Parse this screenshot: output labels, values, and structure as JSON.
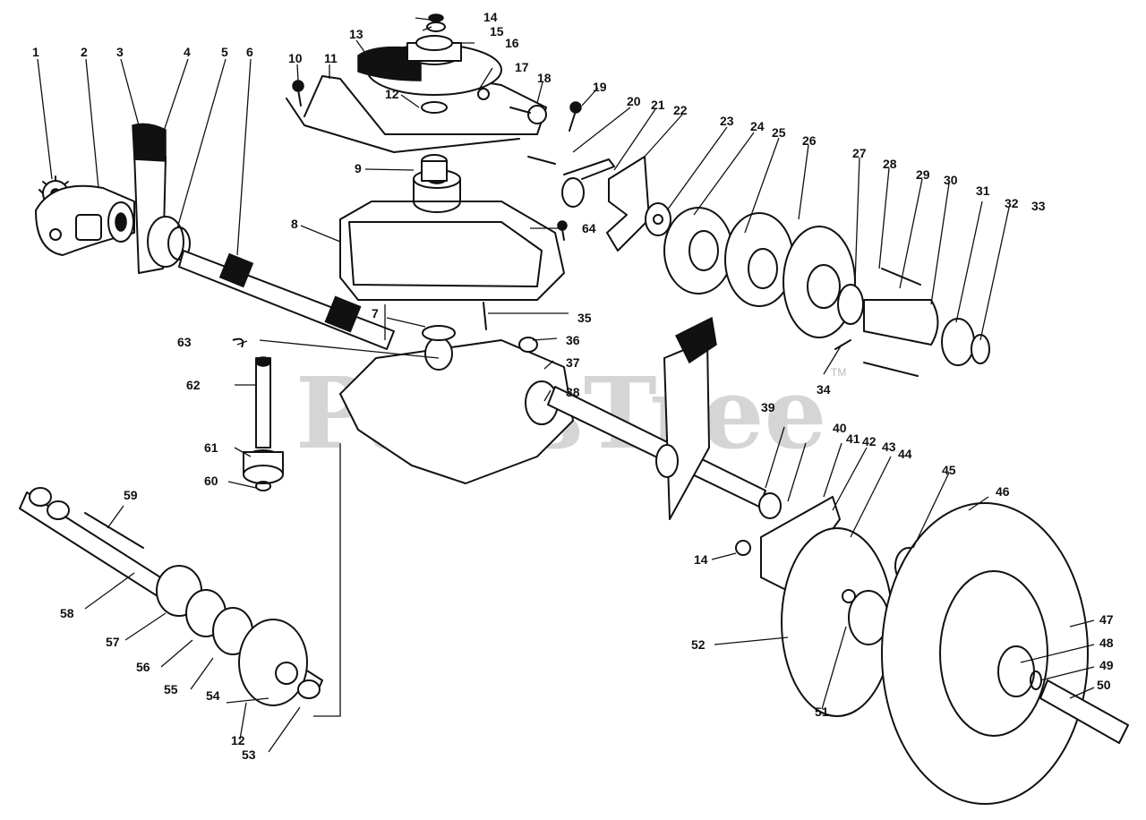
{
  "watermark": "PartsTree",
  "trademark": "TM",
  "callouts": [
    {
      "id": "c1",
      "label": "1"
    },
    {
      "id": "c2",
      "label": "2"
    },
    {
      "id": "c3",
      "label": "3"
    },
    {
      "id": "c4",
      "label": "4"
    },
    {
      "id": "c5",
      "label": "5"
    },
    {
      "id": "c6",
      "label": "6"
    },
    {
      "id": "c7",
      "label": "7"
    },
    {
      "id": "c8",
      "label": "8"
    },
    {
      "id": "c9",
      "label": "9"
    },
    {
      "id": "c10",
      "label": "10"
    },
    {
      "id": "c11",
      "label": "11"
    },
    {
      "id": "c12a",
      "label": "12"
    },
    {
      "id": "c12b",
      "label": "12"
    },
    {
      "id": "c13",
      "label": "13"
    },
    {
      "id": "c14a",
      "label": "14"
    },
    {
      "id": "c14b",
      "label": "14"
    },
    {
      "id": "c15",
      "label": "15"
    },
    {
      "id": "c16",
      "label": "16"
    },
    {
      "id": "c17",
      "label": "17"
    },
    {
      "id": "c18",
      "label": "18"
    },
    {
      "id": "c19",
      "label": "19"
    },
    {
      "id": "c20",
      "label": "20"
    },
    {
      "id": "c21",
      "label": "21"
    },
    {
      "id": "c22",
      "label": "22"
    },
    {
      "id": "c23",
      "label": "23"
    },
    {
      "id": "c24",
      "label": "24"
    },
    {
      "id": "c25",
      "label": "25"
    },
    {
      "id": "c26",
      "label": "26"
    },
    {
      "id": "c27",
      "label": "27"
    },
    {
      "id": "c28",
      "label": "28"
    },
    {
      "id": "c29",
      "label": "29"
    },
    {
      "id": "c30",
      "label": "30"
    },
    {
      "id": "c31",
      "label": "31"
    },
    {
      "id": "c32",
      "label": "32"
    },
    {
      "id": "c33",
      "label": "33"
    },
    {
      "id": "c34",
      "label": "34"
    },
    {
      "id": "c35",
      "label": "35"
    },
    {
      "id": "c36",
      "label": "36"
    },
    {
      "id": "c37",
      "label": "37"
    },
    {
      "id": "c38",
      "label": "38"
    },
    {
      "id": "c39",
      "label": "39"
    },
    {
      "id": "c40",
      "label": "40"
    },
    {
      "id": "c41",
      "label": "41"
    },
    {
      "id": "c42",
      "label": "42"
    },
    {
      "id": "c43",
      "label": "43"
    },
    {
      "id": "c44",
      "label": "44"
    },
    {
      "id": "c45",
      "label": "45"
    },
    {
      "id": "c46",
      "label": "46"
    },
    {
      "id": "c47",
      "label": "47"
    },
    {
      "id": "c48",
      "label": "48"
    },
    {
      "id": "c49",
      "label": "49"
    },
    {
      "id": "c50",
      "label": "50"
    },
    {
      "id": "c51",
      "label": "51"
    },
    {
      "id": "c52",
      "label": "52"
    },
    {
      "id": "c53",
      "label": "53"
    },
    {
      "id": "c54",
      "label": "54"
    },
    {
      "id": "c55",
      "label": "55"
    },
    {
      "id": "c56",
      "label": "56"
    },
    {
      "id": "c57",
      "label": "57"
    },
    {
      "id": "c58",
      "label": "58"
    },
    {
      "id": "c59",
      "label": "59"
    },
    {
      "id": "c60",
      "label": "60"
    },
    {
      "id": "c61",
      "label": "61"
    },
    {
      "id": "c62",
      "label": "62"
    },
    {
      "id": "c63",
      "label": "63"
    },
    {
      "id": "c64",
      "label": "64"
    }
  ]
}
